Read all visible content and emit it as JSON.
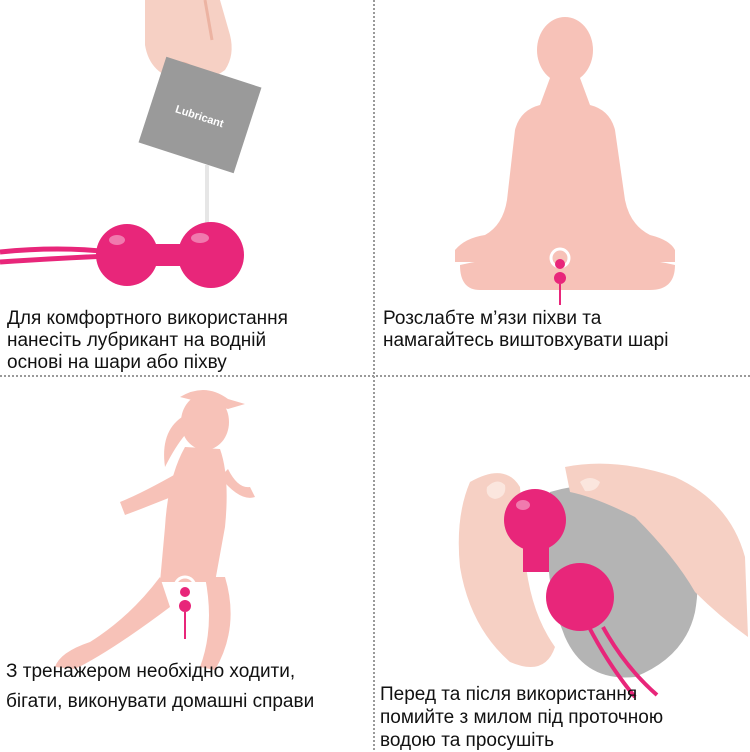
{
  "colors": {
    "product": "#e8267a",
    "skin": "#f6d0c4",
    "figure": "#f7c2b8",
    "packet": "#9a9a9a"
  },
  "panels": [
    {
      "caption_lines": [
        "Для комфортного використання",
        "нанесіть лубрикант на водній",
        "основі на шари або піхву"
      ],
      "packet_label": "Lubricant",
      "illustration": "hand-applying-lubricant"
    },
    {
      "caption_lines": [
        "Розслабте м’язи піхви та",
        "намагайтесь виштовхувати шарі"
      ],
      "illustration": "meditating-figure"
    },
    {
      "caption_lines": [
        "З тренажером необхідно ходити,",
        "бігати, виконувати домашні справи"
      ],
      "illustration": "running-figure"
    },
    {
      "caption_lines": [
        "Перед та після використання",
        "помийте з милом під проточною",
        "водою та просушіть"
      ],
      "illustration": "hands-washing-balls"
    }
  ]
}
